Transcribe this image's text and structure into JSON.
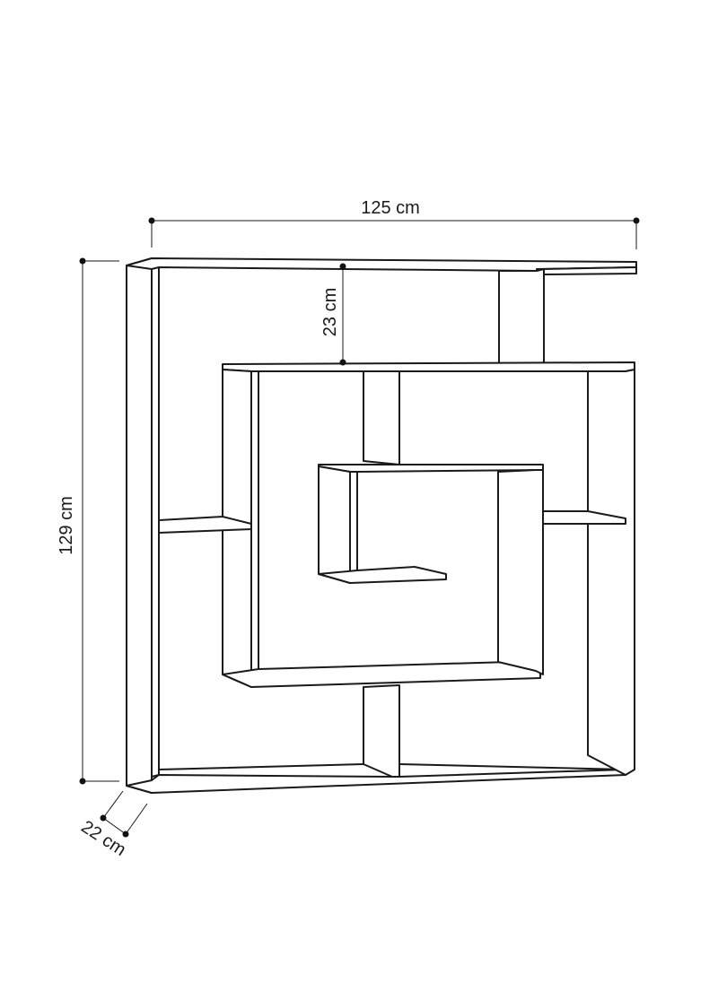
{
  "dimensions": {
    "width": {
      "value": "125 cm"
    },
    "height": {
      "value": "129 cm"
    },
    "depth": {
      "value": "22 cm"
    },
    "shelf_gap": {
      "value": "23 cm"
    }
  },
  "colors": {
    "line": "#1a1a1a",
    "background": "#ffffff"
  }
}
